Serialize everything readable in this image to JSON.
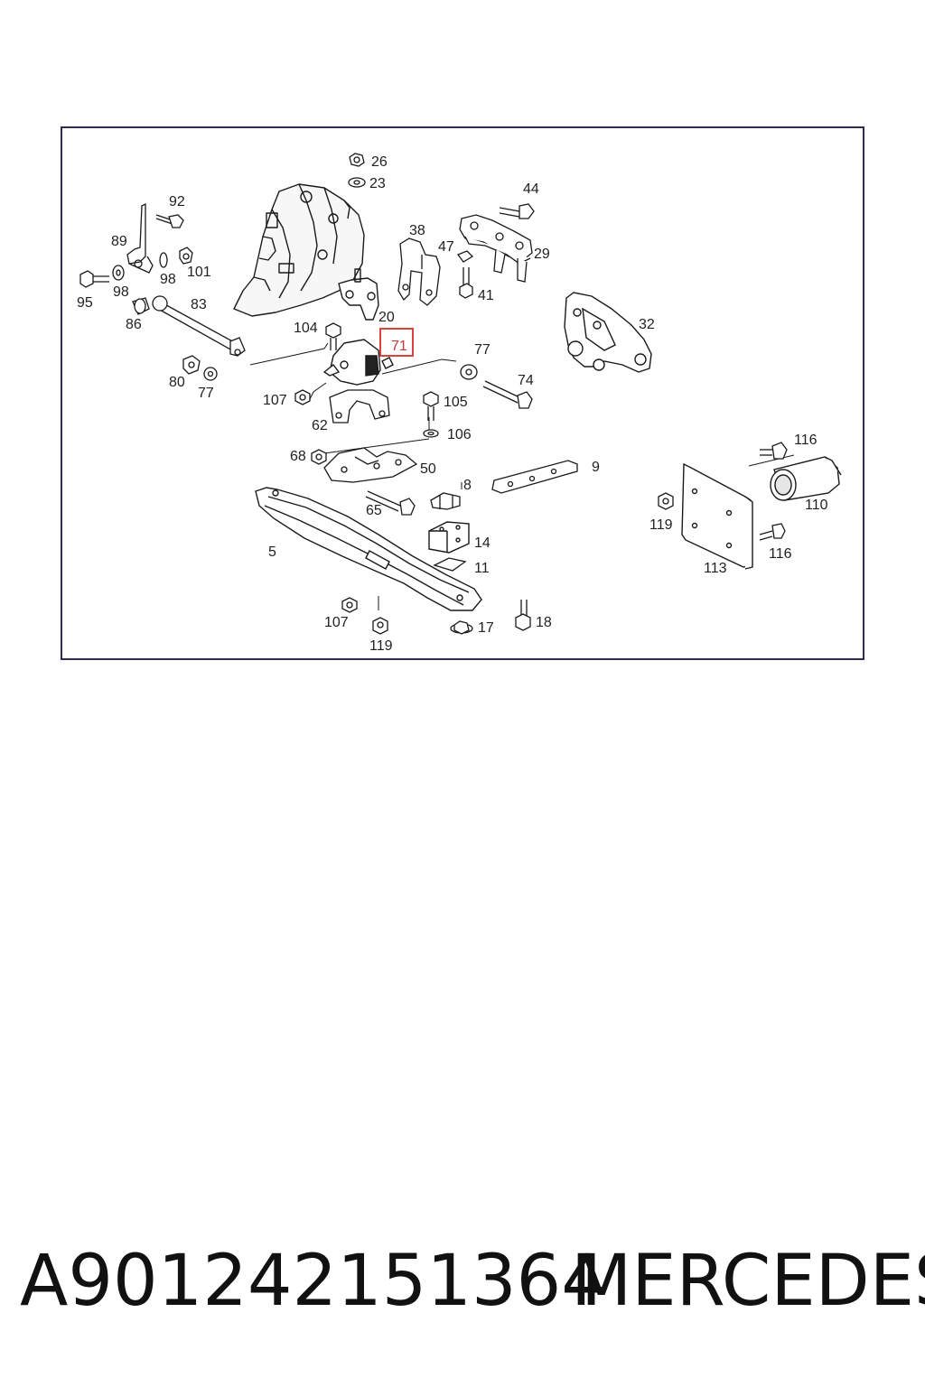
{
  "diagram": {
    "highlighted_callout": "71",
    "highlight_color": "#d9413b",
    "callouts": [
      {
        "id": "c-26",
        "label": "26"
      },
      {
        "id": "c-23",
        "label": "23"
      },
      {
        "id": "c-92",
        "label": "92"
      },
      {
        "id": "c-89",
        "label": "89"
      },
      {
        "id": "c-98a",
        "label": "98"
      },
      {
        "id": "c-98b",
        "label": "98"
      },
      {
        "id": "c-101",
        "label": "101"
      },
      {
        "id": "c-95",
        "label": "95"
      },
      {
        "id": "c-83",
        "label": "83"
      },
      {
        "id": "c-86",
        "label": "86"
      },
      {
        "id": "c-80",
        "label": "80"
      },
      {
        "id": "c-77a",
        "label": "77"
      },
      {
        "id": "c-44",
        "label": "44"
      },
      {
        "id": "c-38",
        "label": "38"
      },
      {
        "id": "c-47",
        "label": "47"
      },
      {
        "id": "c-29",
        "label": "29"
      },
      {
        "id": "c-41",
        "label": "41"
      },
      {
        "id": "c-20",
        "label": "20"
      },
      {
        "id": "c-104",
        "label": "104"
      },
      {
        "id": "c-32",
        "label": "32"
      },
      {
        "id": "c-77b",
        "label": "77"
      },
      {
        "id": "c-74",
        "label": "74"
      },
      {
        "id": "c-107a",
        "label": "107"
      },
      {
        "id": "c-105",
        "label": "105"
      },
      {
        "id": "c-62",
        "label": "62"
      },
      {
        "id": "c-106",
        "label": "106"
      },
      {
        "id": "c-68",
        "label": "68"
      },
      {
        "id": "c-50",
        "label": "50"
      },
      {
        "id": "c-9",
        "label": "9"
      },
      {
        "id": "c-116a",
        "label": "116"
      },
      {
        "id": "c-8",
        "label": "8"
      },
      {
        "id": "c-65",
        "label": "65"
      },
      {
        "id": "c-119a",
        "label": "119"
      },
      {
        "id": "c-110",
        "label": "110"
      },
      {
        "id": "c-5",
        "label": "5"
      },
      {
        "id": "c-14",
        "label": "14"
      },
      {
        "id": "c-116b",
        "label": "116"
      },
      {
        "id": "c-11",
        "label": "11"
      },
      {
        "id": "c-113",
        "label": "113"
      },
      {
        "id": "c-107b",
        "label": "107"
      },
      {
        "id": "c-17",
        "label": "17"
      },
      {
        "id": "c-18",
        "label": "18"
      },
      {
        "id": "c-119b",
        "label": "119"
      }
    ]
  },
  "footer": {
    "part_number": "A901242151364",
    "brand": "MERCEDES"
  }
}
